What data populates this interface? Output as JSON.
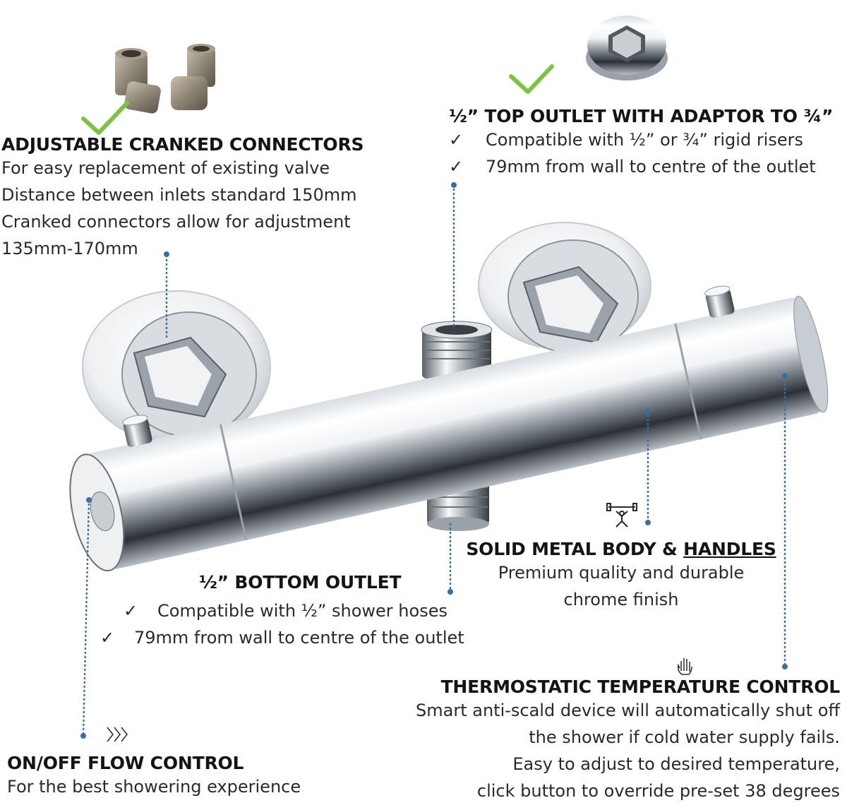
{
  "colors": {
    "text": "#2a2a2a",
    "title": "#141414",
    "callout_line": "#3d6f9e",
    "check_green": "#7dc242",
    "chrome_light": "#f4f6f8",
    "chrome_dark": "#2c3036"
  },
  "check_glyph": "✓",
  "cranked": {
    "title": "ADJUSTABLE CRANKED CONNECTORS",
    "lines": [
      "For easy replacement of existing valve",
      "Distance between inlets standard 150mm",
      "Cranked connectors allow for adjustment",
      "135mm-170mm"
    ]
  },
  "top_outlet": {
    "title": "½” TOP OUTLET WITH ADAPTOR TO ¾”",
    "items": [
      "Compatible with ½” or ¾” rigid risers",
      "79mm from wall to centre of the outlet"
    ]
  },
  "bottom_outlet": {
    "title": "½” BOTTOM OUTLET",
    "items": [
      "Compatible with ½” shower hoses",
      "79mm from wall to centre of the outlet"
    ]
  },
  "metal_body": {
    "title_part1": "SOLID METAL BODY & ",
    "title_part2": "HANDLES",
    "lines": [
      "Premium quality and durable",
      "chrome finish"
    ]
  },
  "thermostatic": {
    "title": "THERMOSTATIC TEMPERATURE CONTROL",
    "lines": [
      "Smart anti-scald device will automatically shut off",
      "the shower if cold water supply fails.",
      "Easy to adjust to desired temperature,",
      "click button to override pre-set 38 degrees"
    ]
  },
  "flow": {
    "title": "ON/OFF FLOW CONTROL",
    "lines": [
      "For the best showering experience"
    ]
  },
  "icons": [
    "checkmark-icon",
    "weightlifter-icon",
    "hand-icon",
    "chevrons-right-icon"
  ]
}
